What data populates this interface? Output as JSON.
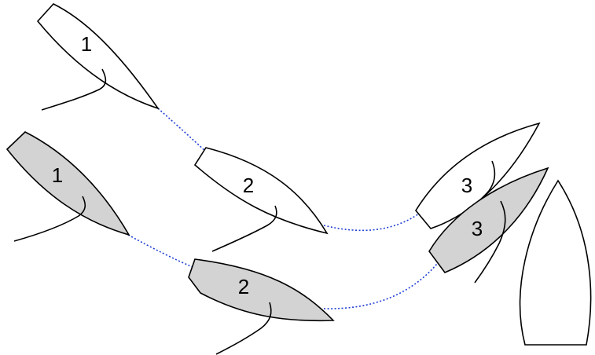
{
  "colors": {
    "white_boat_fill": "#ffffff",
    "grey_boat_fill": "#d3d3d3",
    "outline": "#000000",
    "track": "#1f3fd6"
  },
  "white_boat": {
    "positions": [
      {
        "label": "1"
      },
      {
        "label": "2"
      },
      {
        "label": "3"
      }
    ]
  },
  "grey_boat": {
    "positions": [
      {
        "label": "1"
      },
      {
        "label": "2"
      },
      {
        "label": "3"
      }
    ]
  }
}
